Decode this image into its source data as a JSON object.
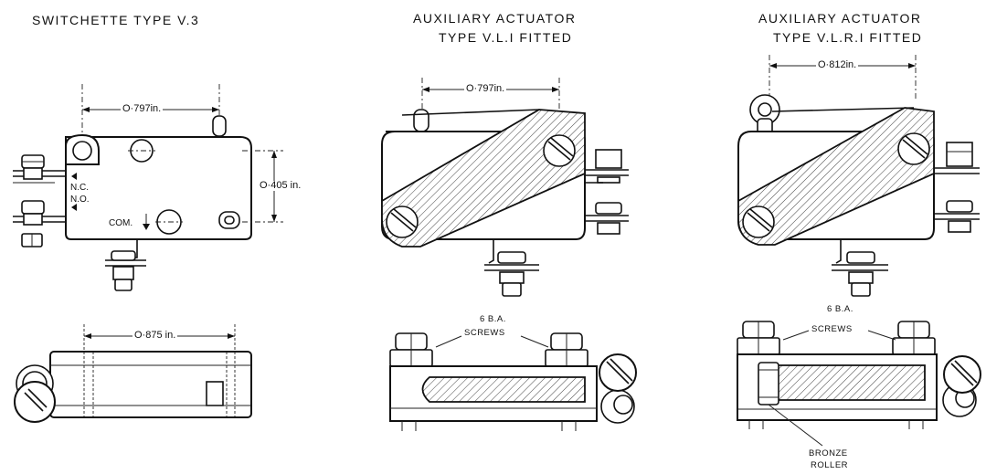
{
  "titles": {
    "switchette": "SWITCHETTE TYPE V.3",
    "vli_line1": "AUXILIARY ACTUATOR",
    "vli_line2": "TYPE V.L.I FITTED",
    "vlri_line1": "AUXILIARY ACTUATOR",
    "vlri_line2": "TYPE V.L.R.I FITTED"
  },
  "dimensions": {
    "switchette_width": "O·797in.",
    "switchette_height": "O·405 in.",
    "switchette_side_width": "O·875 in.",
    "vli_width": "O·797in.",
    "vlri_width": "O·812in."
  },
  "terminal_labels": {
    "nc": "N.C.",
    "no": "N.O.",
    "com": "COM."
  },
  "callouts": {
    "screws_line1": "6 B.A.",
    "screws_line2": "SCREWS",
    "roller_line1": "BRONZE",
    "roller_line2": "ROLLER"
  }
}
